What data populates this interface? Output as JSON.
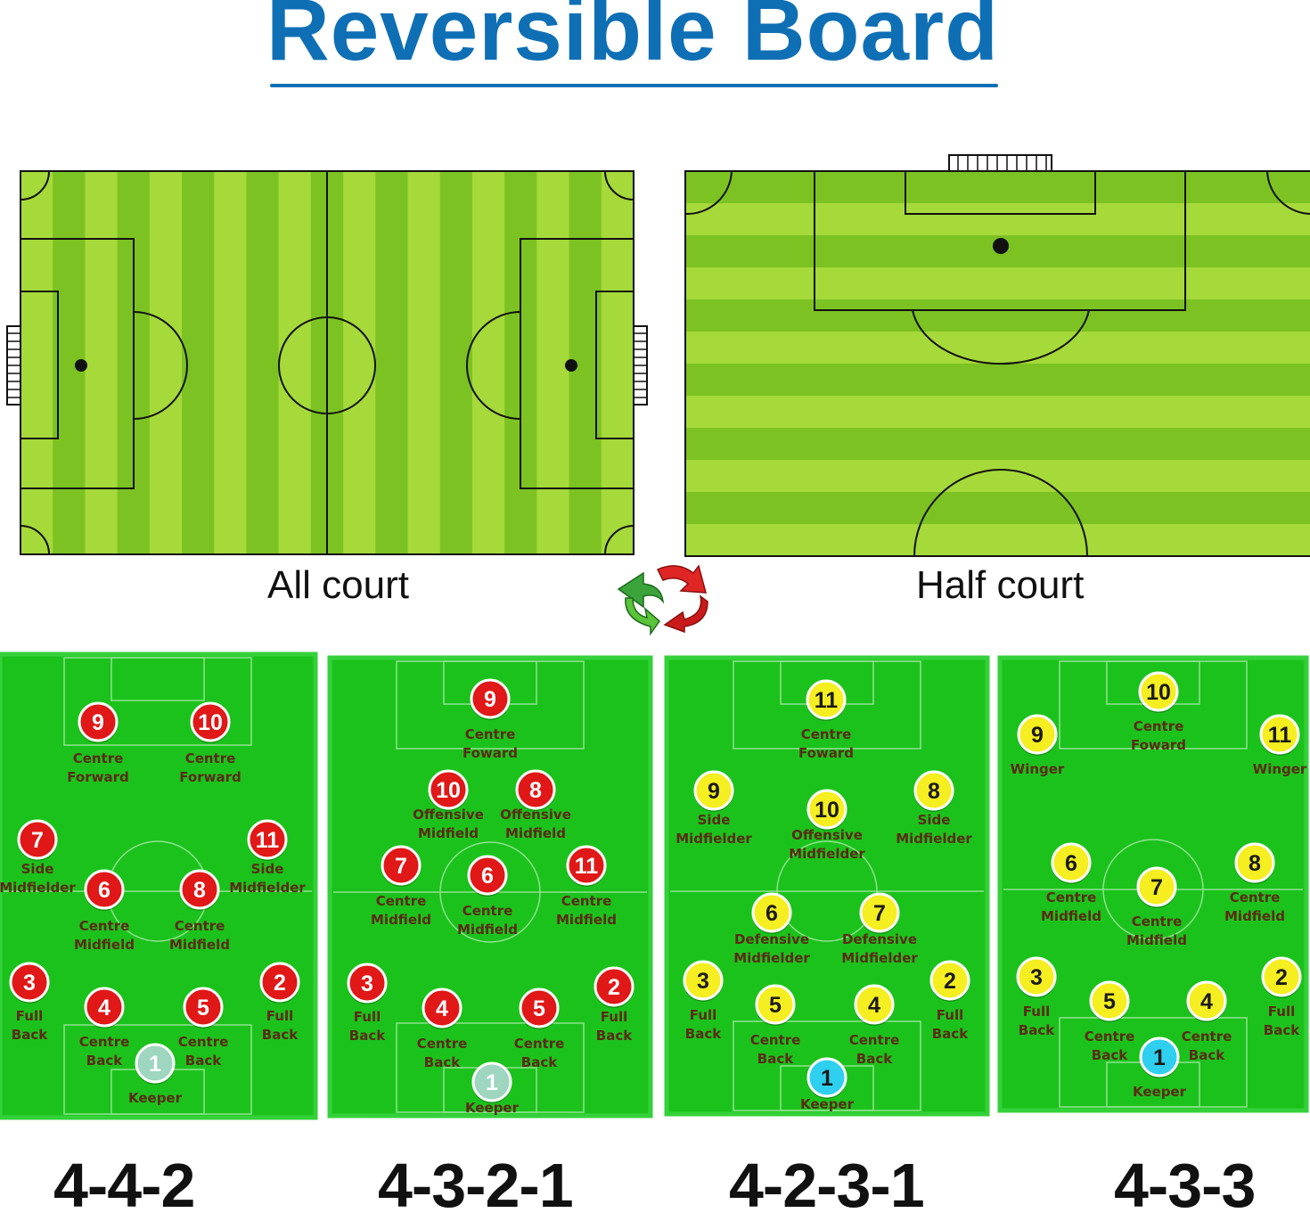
{
  "title": "Reversible Board",
  "pitches": {
    "full_label": "All court",
    "half_label": "Half court"
  },
  "colors": {
    "title": "#0f6fb5",
    "red": "#e01818",
    "yellow": "#f5ee21",
    "keeper_grey": "#9ed6bf",
    "keeper_cyan": "#2fd0ef",
    "pitch_green": "#1cc21c"
  },
  "icons": {
    "swap": "swap-arrows-icon"
  },
  "formations": [
    {
      "name": "4-4-2",
      "players": [
        {
          "n": "9",
          "l1": "Centre",
          "l2": "Forward",
          "c": "red"
        },
        {
          "n": "10",
          "l1": "Centre",
          "l2": "Forward",
          "c": "red"
        },
        {
          "n": "7",
          "l1": "Side",
          "l2": "Midfielder",
          "c": "red"
        },
        {
          "n": "11",
          "l1": "Side",
          "l2": "Midfielder",
          "c": "red"
        },
        {
          "n": "6",
          "l1": "Centre",
          "l2": "Midfield",
          "c": "red"
        },
        {
          "n": "8",
          "l1": "Centre",
          "l2": "Midfield",
          "c": "red"
        },
        {
          "n": "3",
          "l1": "Full",
          "l2": "Back",
          "c": "red"
        },
        {
          "n": "2",
          "l1": "Full",
          "l2": "Back",
          "c": "red"
        },
        {
          "n": "4",
          "l1": "Centre",
          "l2": "Back",
          "c": "red"
        },
        {
          "n": "5",
          "l1": "Centre",
          "l2": "Back",
          "c": "red"
        },
        {
          "n": "1",
          "l1": "Keeper",
          "l2": "",
          "c": "keeper_grey"
        }
      ]
    },
    {
      "name": "4-3-2-1",
      "players": [
        {
          "n": "9",
          "l1": "Centre",
          "l2": "Foward",
          "c": "red"
        },
        {
          "n": "10",
          "l1": "Offensive",
          "l2": "Midfield",
          "c": "red"
        },
        {
          "n": "8",
          "l1": "Offensive",
          "l2": "Midfield",
          "c": "red"
        },
        {
          "n": "7",
          "l1": "Centre",
          "l2": "Midfield",
          "c": "red"
        },
        {
          "n": "6",
          "l1": "Centre",
          "l2": "Midfield",
          "c": "red"
        },
        {
          "n": "11",
          "l1": "Centre",
          "l2": "Midfield",
          "c": "red"
        },
        {
          "n": "3",
          "l1": "Full",
          "l2": "Back",
          "c": "red"
        },
        {
          "n": "2",
          "l1": "Full",
          "l2": "Back",
          "c": "red"
        },
        {
          "n": "4",
          "l1": "Centre",
          "l2": "Back",
          "c": "red"
        },
        {
          "n": "5",
          "l1": "Centre",
          "l2": "Back",
          "c": "red"
        },
        {
          "n": "1",
          "l1": "Keeper",
          "l2": "",
          "c": "keeper_grey"
        }
      ]
    },
    {
      "name": "4-2-3-1",
      "players": [
        {
          "n": "11",
          "l1": "Centre",
          "l2": "Foward",
          "c": "yellow"
        },
        {
          "n": "9",
          "l1": "Side",
          "l2": "Midfielder",
          "c": "yellow"
        },
        {
          "n": "10",
          "l1": "Offensive",
          "l2": "Midfielder",
          "c": "yellow"
        },
        {
          "n": "8",
          "l1": "Side",
          "l2": "Midfielder",
          "c": "yellow"
        },
        {
          "n": "6",
          "l1": "Defensive",
          "l2": "Midfielder",
          "c": "yellow"
        },
        {
          "n": "7",
          "l1": "Defensive",
          "l2": "Midfielder",
          "c": "yellow"
        },
        {
          "n": "3",
          "l1": "Full",
          "l2": "Back",
          "c": "yellow"
        },
        {
          "n": "2",
          "l1": "Full",
          "l2": "Back",
          "c": "yellow"
        },
        {
          "n": "5",
          "l1": "Centre",
          "l2": "Back",
          "c": "yellow"
        },
        {
          "n": "4",
          "l1": "Centre",
          "l2": "Back",
          "c": "yellow"
        },
        {
          "n": "1",
          "l1": "Keeper",
          "l2": "",
          "c": "keeper_cyan"
        }
      ]
    },
    {
      "name": "4-3-3",
      "players": [
        {
          "n": "10",
          "l1": "Centre",
          "l2": "Foward",
          "c": "yellow"
        },
        {
          "n": "9",
          "l1": "Winger",
          "l2": "",
          "c": "yellow"
        },
        {
          "n": "11",
          "l1": "Winger",
          "l2": "",
          "c": "yellow"
        },
        {
          "n": "6",
          "l1": "Centre",
          "l2": "Midfield",
          "c": "yellow"
        },
        {
          "n": "7",
          "l1": "Centre",
          "l2": "Midfield",
          "c": "yellow"
        },
        {
          "n": "8",
          "l1": "Centre",
          "l2": "Midfield",
          "c": "yellow"
        },
        {
          "n": "3",
          "l1": "Full",
          "l2": "Back",
          "c": "yellow"
        },
        {
          "n": "2",
          "l1": "Full",
          "l2": "Back",
          "c": "yellow"
        },
        {
          "n": "5",
          "l1": "Centre",
          "l2": "Back",
          "c": "yellow"
        },
        {
          "n": "4",
          "l1": "Centre",
          "l2": "Back",
          "c": "yellow"
        },
        {
          "n": "1",
          "l1": "Keeper",
          "l2": "",
          "c": "keeper_cyan"
        }
      ]
    }
  ]
}
